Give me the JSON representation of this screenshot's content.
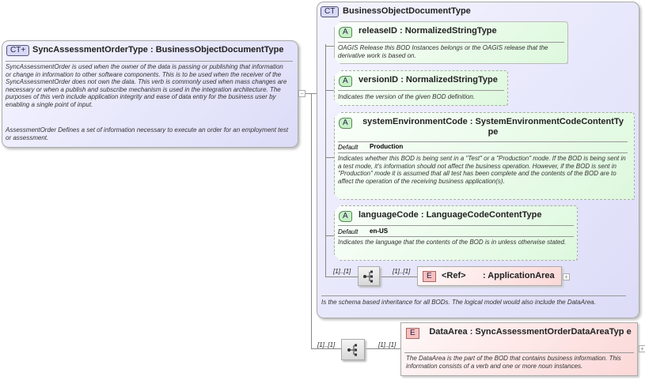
{
  "root": {
    "badge": "CT+",
    "name": "SyncAssessmentOrderType",
    "base": ": BusinessObjectDocumentType",
    "doc1": "SyncAssessmentOrder is used when the owner of the data is passing or publishing that information or change in information to other software components. This is to be used when the receiver of the SyncAssessmentOrder does not own the data. This verb is commonly used when mass changes are necessary or when a publish and subscribe mechanism is used in the integration architecture. The purposes of this verb include application integrity and ease of data entry for the business user by enabling a single point of input.",
    "doc2": "AssessmentOrder  Defines a set of information necessary to execute an order for an employment test or assessment.",
    "collapse": "−"
  },
  "bod": {
    "badge": "CT",
    "name": "BusinessObjectDocumentType",
    "doc": "Is the schema based inheritance for all BODs. The logical model would also include the DataArea."
  },
  "attributes": [
    {
      "badge": "A",
      "name": "releaseID",
      "type": ": NormalizedStringType",
      "doc": "OAGIS Release this BOD Instances belongs or the OAGIS release that the derivative work is based on."
    },
    {
      "badge": "A",
      "name": "versionID",
      "type": ": NormalizedStringType",
      "doc": "Indicates the version of the given BOD definition."
    },
    {
      "badge": "A",
      "name": "systemEnvironmentCode",
      "type": ": SystemEnvironmentCodeContentTy pe",
      "default_label": "Default",
      "default": "Production",
      "doc": "Indicates whether this BOD is being sent in a \"Test\" or a \"Production\" mode. If the BOD is being sent in a test mode, it's information should not affect the business operation. However, if the BOD is sent in \"Production\" mode it is assumed that all test has been complete and the contents of the BOD are to affect the operation of the receiving business application(s)."
    },
    {
      "badge": "A",
      "name": "languageCode",
      "type": ": LanguageCodeContentType",
      "default_label": "Default",
      "default": "en-US",
      "doc": "Indicates the language that the contents of the BOD is in unless otherwise stated."
    }
  ],
  "appArea": {
    "badge": "E",
    "ref": "<Ref>",
    "name": ": ApplicationArea",
    "mult_seq": "[1]..[1]",
    "mult_el": "[1]..[1]",
    "expand": "+"
  },
  "dataArea": {
    "badge": "E",
    "name": "DataArea",
    "type": ": SyncAssessmentOrderDataAreaTyp e",
    "doc": "The DataArea is the part of the BOD that contains business information. This information consists of a verb and one or more noun instances.",
    "mult_seq": "[1]..[1]",
    "mult_el": "[1]..[1]",
    "expand": "+"
  }
}
